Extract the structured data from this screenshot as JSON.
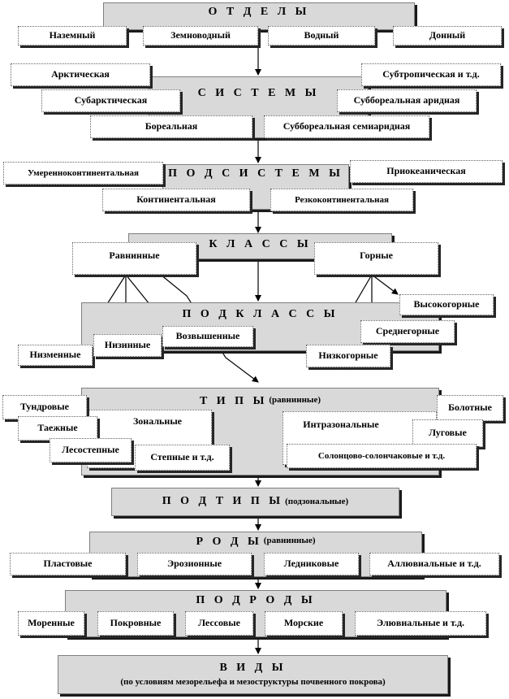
{
  "levels": {
    "otdely": "О Т Д Е Л Ы",
    "sistemy": "С И С Т Е М Ы",
    "podsistemy": "П О Д С И С Т Е М Ы",
    "klassy": "К Л А С С Ы",
    "podklassy": "П О Д К Л А С С Ы",
    "tipy": "Т И П Ы",
    "tipy_note": "(равнинные)",
    "podtipy": "П О Д Т И П Ы",
    "podtipy_note": "(подзональные)",
    "rody": "Р О Д Ы",
    "rody_note": "(равнинные)",
    "podrody": "П О Д Р О Д Ы",
    "vidy": "В И Д Ы",
    "vidy_note": "(по условиям мезорельефа и мезоструктуры почвенного покрова)"
  },
  "otdely_items": [
    "Наземный",
    "Земноводный",
    "Водный",
    "Донный"
  ],
  "sistemy_items": [
    "Арктическая",
    "Субтропическая и т.д.",
    "Субарктическая",
    "Суббореальная аридная",
    "Бореальная",
    "Суббореальная семиаридная"
  ],
  "podsistemy_items": [
    "Умеренноконтинентальная",
    "Приокеаническая",
    "Континентальная",
    "Резкоконтинентальная"
  ],
  "klassy_items": [
    "Равнинные",
    "Горные"
  ],
  "podklassy_items": [
    "Низменные",
    "Низинные",
    "Возвышенные",
    "Высокогорные",
    "Среднегорные",
    "Низкогорные"
  ],
  "tipy_items": [
    "Тундровые",
    "Таежные",
    "Зональные",
    "Лесостепные",
    "Степные и т.д.",
    "Интразональные",
    "Болотные",
    "Луговые",
    "Солонцово-солончаковые и т.д."
  ],
  "rody_items": [
    "Пластовые",
    "Эрозионные",
    "Ледниковые",
    "Аллювиальные и т.д."
  ],
  "podrody_items": [
    "Моренные",
    "Покровные",
    "Лессовые",
    "Морские",
    "Элювиальные и т.д."
  ],
  "colors": {
    "level_fill": "#d9d9d9",
    "item_fill": "#ffffff",
    "shadow": "#1a1a1a"
  }
}
